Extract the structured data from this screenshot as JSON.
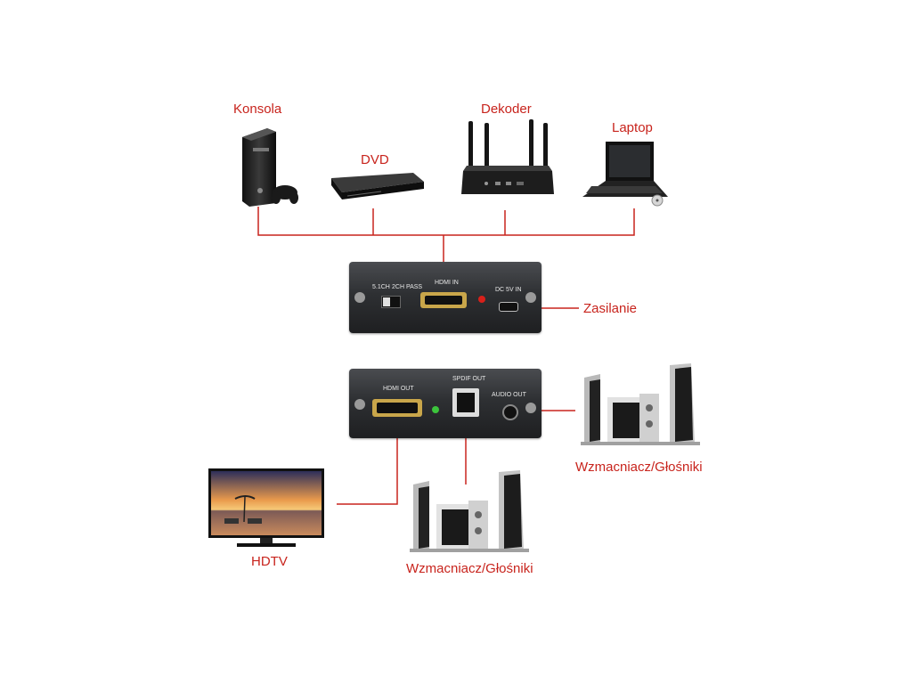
{
  "labels": {
    "console": "Konsola",
    "dvd": "DVD",
    "decoder": "Dekoder",
    "laptop": "Laptop",
    "power": "Zasilanie",
    "amp_right": "Wzmacniacz/Głośniki",
    "hdtv": "HDTV",
    "amp_bottom": "Wzmacniacz/Głośniki"
  },
  "input_box": {
    "switch_51ch": "5.1CH",
    "switch_2ch": "2CH PASS",
    "hdmi_in": "HDMI IN",
    "dc_in": "DC 5V IN"
  },
  "output_box": {
    "hdmi_out": "HDMI OUT",
    "spdif_out": "SPDIF OUT",
    "audio_out": "AUDIO OUT"
  },
  "colors": {
    "label": "#c8241d",
    "wire": "#c8241d",
    "led_input": "#d8201a",
    "led_output": "#3cc43c"
  }
}
